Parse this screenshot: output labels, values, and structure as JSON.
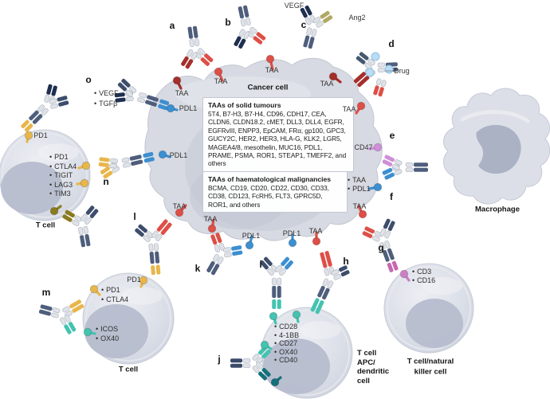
{
  "ui": {
    "bullet": "•"
  },
  "colors": {
    "taa_red": "#dd4f47",
    "taa_dark_red": "#a52f2b",
    "pdl1_blue": "#3c8fd0",
    "pd1_yellow": "#e8b64b",
    "teal": "#43c3b0",
    "dark_teal": "#16707b",
    "cd47_pink": "#cf8fd9",
    "nk_magenta": "#c668b0",
    "ang2_olive": "#b2a866",
    "navy": "#1e2f4f",
    "slate": "#4e5e7c",
    "drug_blue": "#badcf4",
    "cell_fill": "#d7dae2",
    "nucleus": "#b6bdcd"
  },
  "cancer_cell": {
    "label": "Cancer cell"
  },
  "boxes": {
    "solid": {
      "title": "TAAs of solid tumours",
      "body": "5T4, B7-H3, B7-H4, CD96, CDH17, CEA, CLDN6, CLDN18.2, cMET, DLL3, DLL4, EGFR, EGFRvIII, ENPP3, EpCAM, FRα, gp100, GPC3, GUCY2C, HER2, HER3, HLA-G, KLK2, LGR5, MAGEA4/8, mesothelin, MUC16, PDL1, PRAME, PSMA, ROR1, STEAP1, TMEFF2, and others"
    },
    "haem": {
      "title": "TAAs of haematological malignancies",
      "body": "BCMA, CD19, CD20, CD22, CD30, CD33, CD38, CD123, FcRH5, FLT3, GPRC5D, ROR1, and others"
    }
  },
  "cells": {
    "t_cell_left": {
      "label": "T cell"
    },
    "t_cell_bottom": {
      "label": "T cell"
    },
    "apc": {
      "label_lines": [
        "T cell",
        "APC/",
        "dendritic",
        "cell"
      ]
    },
    "nk": {
      "label_lines": [
        "T cell/natural",
        "killer cell"
      ]
    },
    "macrophage": {
      "label": "Macrophage"
    }
  },
  "panel_letters": {
    "a": "a",
    "b": "b",
    "c": "c",
    "d": "d",
    "e": "e",
    "f": "f",
    "g": "g",
    "h": "h",
    "i": "i",
    "j": "j",
    "k": "k",
    "l": "l",
    "m": "m",
    "n": "n",
    "o": "o"
  },
  "membrane_tags": {
    "taa": "TAA",
    "pdl1": "PDL1",
    "pd1": "PD1",
    "cd47": "CD47",
    "vegf": "VEGF",
    "ang2": "Ang2",
    "drug": "Drug"
  },
  "bullet_lists": {
    "left_t_cell": [
      "PD1",
      "CTLA4",
      "TIGIT",
      "LAG3",
      "TIM3"
    ],
    "o_targets": [
      "VEGF",
      "TGFβ"
    ],
    "ef_targets": [
      "TAA",
      "PDL1"
    ],
    "bottom_t_cell_top": [
      "PD1",
      "CTLA4"
    ],
    "bottom_t_cell_lower": [
      "ICOS",
      "OX40"
    ],
    "apc": [
      "CD28",
      "4-1BB",
      "CD27",
      "OX40",
      "CD40"
    ],
    "nk": [
      "CD3",
      "CD16"
    ]
  }
}
